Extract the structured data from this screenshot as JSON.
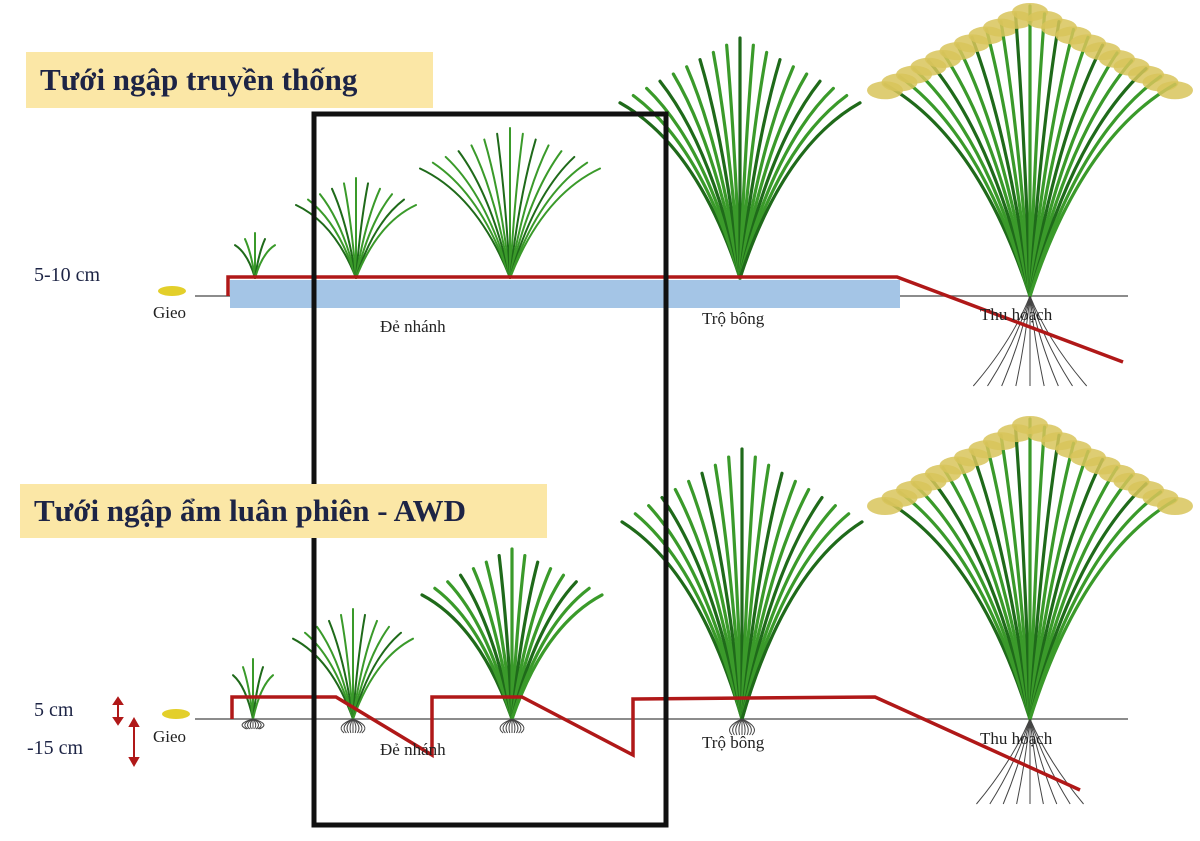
{
  "titles": {
    "traditional": "Tưới ngập truyền thống",
    "awd": "Tưới ngập ẩm luân phiên - AWD"
  },
  "levels": {
    "traditional_depth": "5-10 cm",
    "awd_high": "5 cm",
    "awd_low": "-15 cm"
  },
  "stages": {
    "sowing": "Gieo",
    "tillering": "Đẻ nhánh",
    "heading": "Trộ bông",
    "harvest": "Thu hoạch"
  },
  "colors": {
    "water_line": "#b01818",
    "water_fill": "#a4c5e6",
    "leaf": "#3a9a2a",
    "leaf_dark": "#1f6a1a",
    "grain": "#d8c45a",
    "label_bg": "#fbe7a6",
    "highlight_box": "#111111",
    "arrow": "#b01818"
  }
}
